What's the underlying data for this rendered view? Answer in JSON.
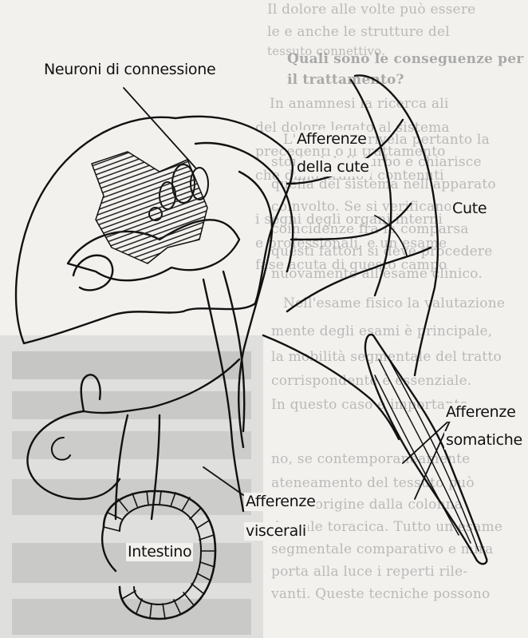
{
  "diagram": {
    "labels": {
      "neuroni": "Neuroni di connessione",
      "aff_cute_1": "Afferenze",
      "aff_cute_2": "della cute",
      "cute": "Cute",
      "aff_som_1": "Afferenze",
      "aff_som_2": "somatiche",
      "aff_visc_1": "Afferenze",
      "aff_visc_2": "viscerali",
      "intestino": "Intestino"
    }
  },
  "background_text": {
    "heading_1": "Quali sono le conseguenze per",
    "heading_2": "il trattamento?",
    "lines": [
      "L'anamnesi rivela pertanto la",
      "storia del disturbo e chiarisce",
      "quella del sistema nell'apparato",
      "coinvolto. Se si verificano dei",
      "coincidenze fra la comparsa",
      "questi fattori si deve procedere",
      "nuovamente all'esame clinico.",
      "Nell'esame fisico la valutazione",
      "mente degli esami è principale,",
      "la mobilità segmentale del tratto",
      "corrispondente è essenziale.",
      "In questo caso è importante",
      "no, se contemporaneamente",
      "ateneamento del tessuto può",
      "avere origine dalla colonna",
      "dorsale toracica. Tutto un esame",
      "segmentale comparativo e mira",
      "porta alla luce i reperti rile-",
      "vanti. Queste tecniche possono"
    ],
    "top_lines": [
      "Il dolore alle volte può essere",
      "le e anche le strutture del",
      "tessuto connettivo."
    ],
    "mid_lines": [
      "In anamnesi la ricerca ali",
      "del dolore legato al sistema",
      "precedenti o il trattamento",
      "che dimostrano i contenuti",
      "i segni degli organi interni",
      "e professionali, e un esame",
      "fase acuta di questo campo"
    ]
  }
}
